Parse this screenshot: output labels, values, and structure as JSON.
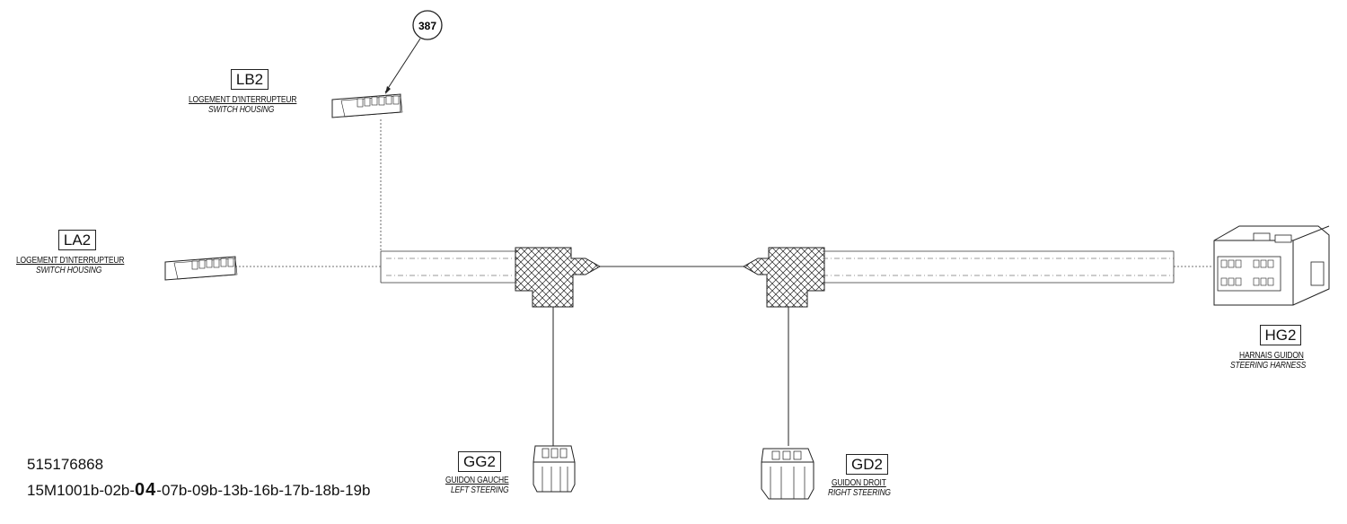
{
  "callout": {
    "number": "387"
  },
  "connectors": {
    "lb2": {
      "code": "LB2",
      "fr": "LOGEMENT D'INTERRUPTEUR",
      "en": "SWITCH HOUSING"
    },
    "la2": {
      "code": "LA2",
      "fr": "LOGEMENT D'INTERRUPTEUR",
      "en": "SWITCH HOUSING"
    },
    "hg2": {
      "code": "HG2",
      "fr": "HARNAIS GUIDON",
      "en": "STEERING HARNESS"
    },
    "gg2": {
      "code": "GG2",
      "fr": "GUIDON GAUCHE",
      "en": "LEFT STEERING"
    },
    "gd2": {
      "code": "GD2",
      "fr": "GUIDON DROIT",
      "en": "RIGHT STEERING"
    }
  },
  "footer": {
    "part_number": "515176868",
    "series_prefix": "15M1001b-02b-",
    "series_highlight": "04",
    "series_suffix": "-07b-09b-13b-16b-17b-18b-19b"
  },
  "colors": {
    "line": "#222222",
    "background": "#ffffff"
  }
}
